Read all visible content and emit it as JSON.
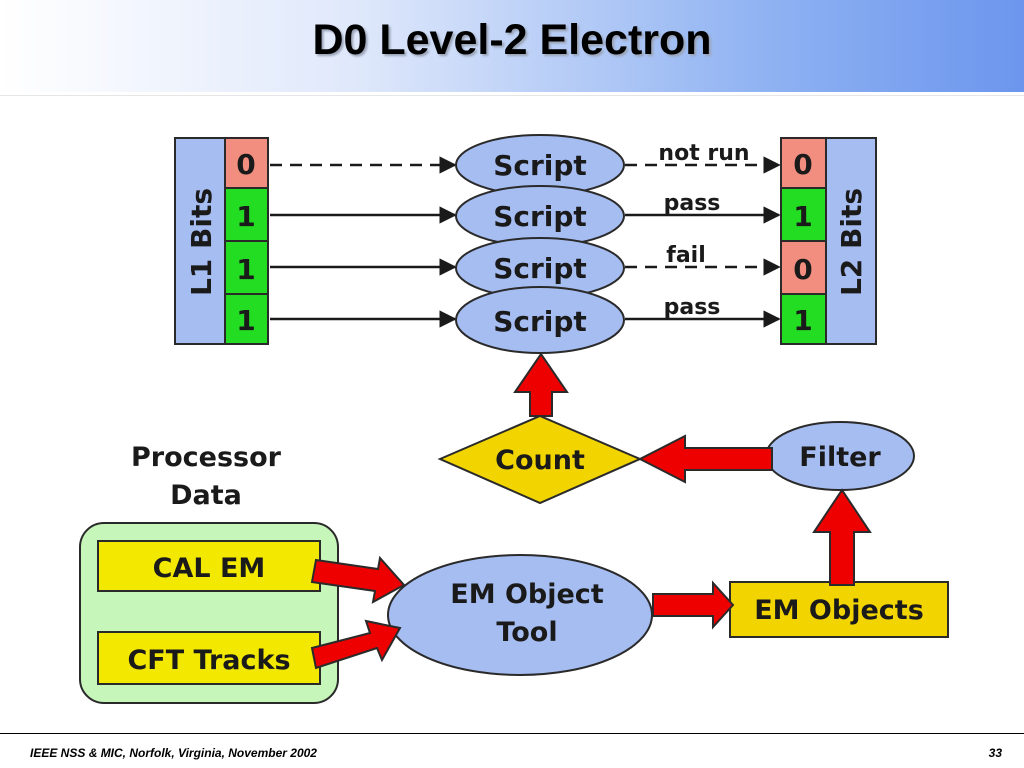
{
  "title": "D0 Level-2 Electron",
  "footer": {
    "text": "IEEE NSS & MIC, Norfolk, Virginia, November 2002",
    "page": "33"
  },
  "diagram": {
    "l1_label": "L1 Bits",
    "l2_label": "L2 Bits",
    "l1_bits": [
      "0",
      "1",
      "1",
      "1"
    ],
    "l2_bits": [
      "0",
      "1",
      "0",
      "1"
    ],
    "scripts": [
      "Script",
      "Script",
      "Script",
      "Script"
    ],
    "results": [
      "not run",
      "pass",
      "fail",
      "pass"
    ],
    "count": "Count",
    "filter": "Filter",
    "processor_data": [
      "Processor",
      "Data"
    ],
    "cal_em": "CAL EM",
    "cft_tracks": "CFT Tracks",
    "em_object_tool": [
      "EM Object",
      "Tool"
    ],
    "em_objects": "EM Objects",
    "colors": {
      "bit_zero": "#f28e7f",
      "bit_one": "#22dd22",
      "blue_shape": "#a6bdf2",
      "yellow_shape": "#f2d400",
      "arrow_red": "#ee0000",
      "panel_green": "#c6f6b9"
    }
  }
}
